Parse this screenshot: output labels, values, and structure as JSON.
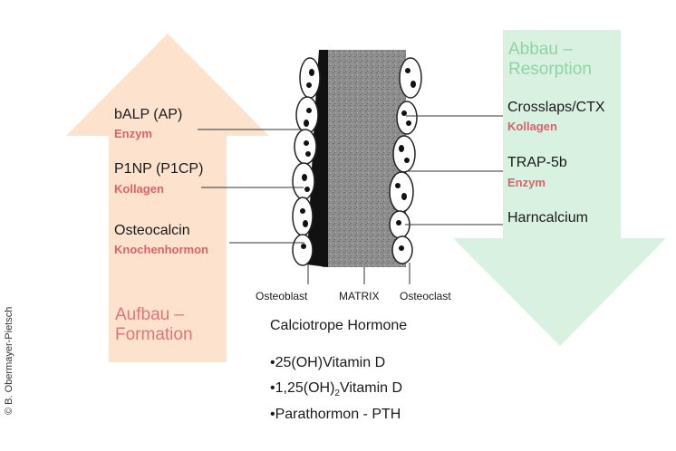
{
  "colors": {
    "formation_arrow": "#fde3cd",
    "resorption_arrow": "#d9f1e1",
    "red_label": "#e0606a",
    "green_label": "#8fd3a7"
  },
  "formation": {
    "title_line1": "Aufbau –",
    "title_line2": "Formation",
    "markers": [
      {
        "name": "bALP (AP)",
        "type": "Enzym"
      },
      {
        "name": "P1NP (P1CP)",
        "type": "Kollagen"
      },
      {
        "name": "Osteocalcin",
        "type": "Knochenhormon"
      }
    ]
  },
  "resorption": {
    "title_line1": "Abbau –",
    "title_line2": "Resorption",
    "markers": [
      {
        "name": "Crosslaps/CTX",
        "type": "Kollagen"
      },
      {
        "name": "TRAP-5b",
        "type": "Enzym"
      },
      {
        "name": "Harncalcium",
        "type": ""
      }
    ]
  },
  "bone_labels": {
    "left": "Osteoblast",
    "center": "MATRIX",
    "right": "Osteoclast"
  },
  "hormones": {
    "title": "Calciotrope Hormone",
    "items": [
      {
        "bullet": "•",
        "text": "25(OH)Vitamin D",
        "sub": "",
        "after": ""
      },
      {
        "bullet": "•",
        "text": "1,25(OH)",
        "sub": "2",
        "after": "Vitamin D"
      },
      {
        "bullet": "•",
        "text": "Parathormon - PTH",
        "sub": "",
        "after": ""
      }
    ]
  },
  "copyright": "© B. Obermayer-Pietsch"
}
